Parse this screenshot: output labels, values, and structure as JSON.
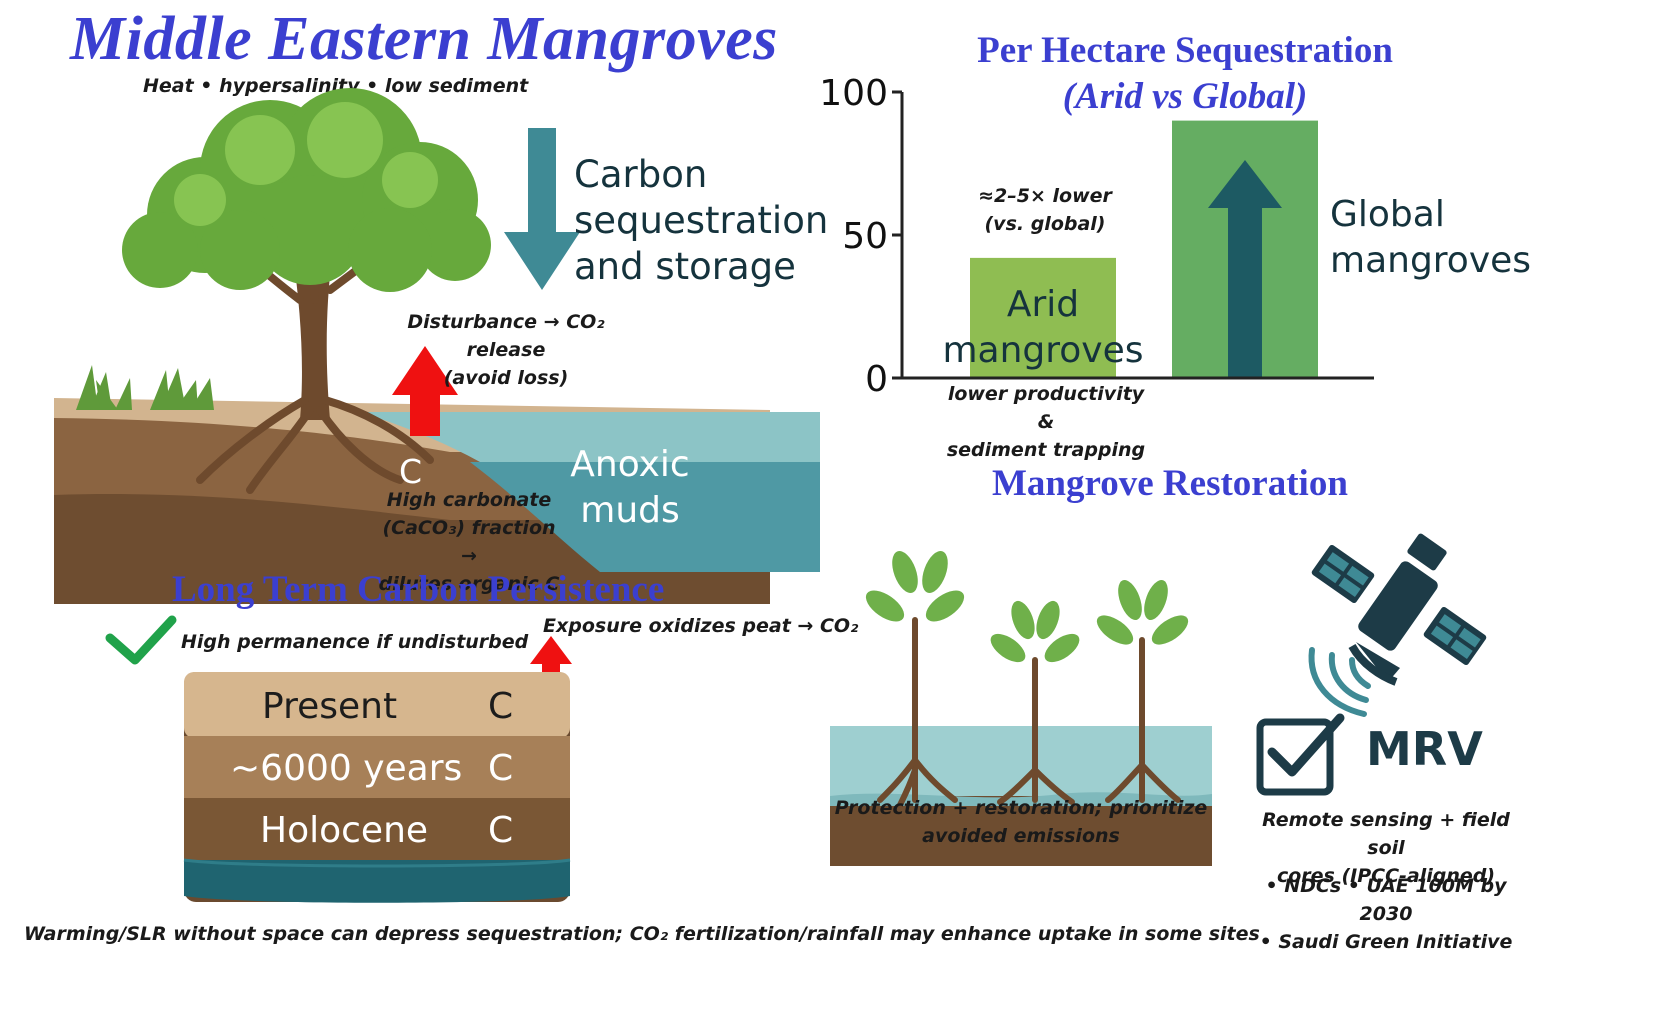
{
  "header": {
    "title": "Middle Eastern Mangroves",
    "subtitle": "Heat • hypersalinity • low sediment"
  },
  "hero": {
    "flow_label": "Carbon sequestration and storage",
    "disturbance_note_line1": "Disturbance → CO₂ release",
    "disturbance_note_line2": "(avoid loss)",
    "carbon_symbol": "C",
    "muds_label_line1": "Anoxic",
    "muds_label_line2": "muds",
    "carbonate_note_line1": "High carbonate",
    "carbonate_note_line2": "(CaCO₃) fraction →",
    "carbonate_note_line3": "dilutes organic C"
  },
  "persistence": {
    "title": "Long Term Carbon Persistence",
    "permanence_note": "High permanence if undisturbed",
    "exposure_note": "Exposure oxidizes peat → CO₂",
    "layers": [
      {
        "label": "Present",
        "symbol": "C"
      },
      {
        "label": "~6000 years",
        "symbol": "C"
      },
      {
        "label": "Holocene",
        "symbol": "C"
      }
    ]
  },
  "chart_data": {
    "type": "bar",
    "title": "Per Hectare Sequestration",
    "subtitle": "(Arid vs Global)",
    "categories": [
      "Arid mangroves",
      "Global mangroves"
    ],
    "values": [
      42,
      90
    ],
    "bar_labels": [
      "Arid mangroves",
      "Global mangroves"
    ],
    "yticks": [
      "0",
      "50",
      "100"
    ],
    "ylim": [
      0,
      100
    ],
    "annotation_line1": "≈2–5× lower",
    "annotation_line2": "(vs. global)",
    "footnote_line1": "lower productivity &",
    "footnote_line2": "sediment trapping",
    "colors": [
      "#8fbd52",
      "#65ad62"
    ]
  },
  "restoration": {
    "title": "Mangrove Restoration",
    "water_note_line1": "Protection + restoration; prioritize",
    "water_note_line2": "avoided emissions",
    "mrv_label": "MRV",
    "mrv_note_line1": "Remote sensing + field soil",
    "mrv_note_line2": "cores (IPCC-aligned)",
    "policy_line1": "• NDCs • UAE 100M by 2030",
    "policy_line2": "• Saudi Green Initiative"
  },
  "footer": {
    "note": "Warming/SLR without space can depress sequestration; CO₂ fertilization/rainfall may enhance uptake in some sites"
  },
  "colors": {
    "title_blue": "#3b3fd0",
    "teal_arrow": "#3f8a95",
    "water": "#4f99a4",
    "red_arrow": "#ef1111",
    "soil_dark": "#6a4a2f",
    "check_green": "#20a24a",
    "navy": "#1d3b47"
  }
}
